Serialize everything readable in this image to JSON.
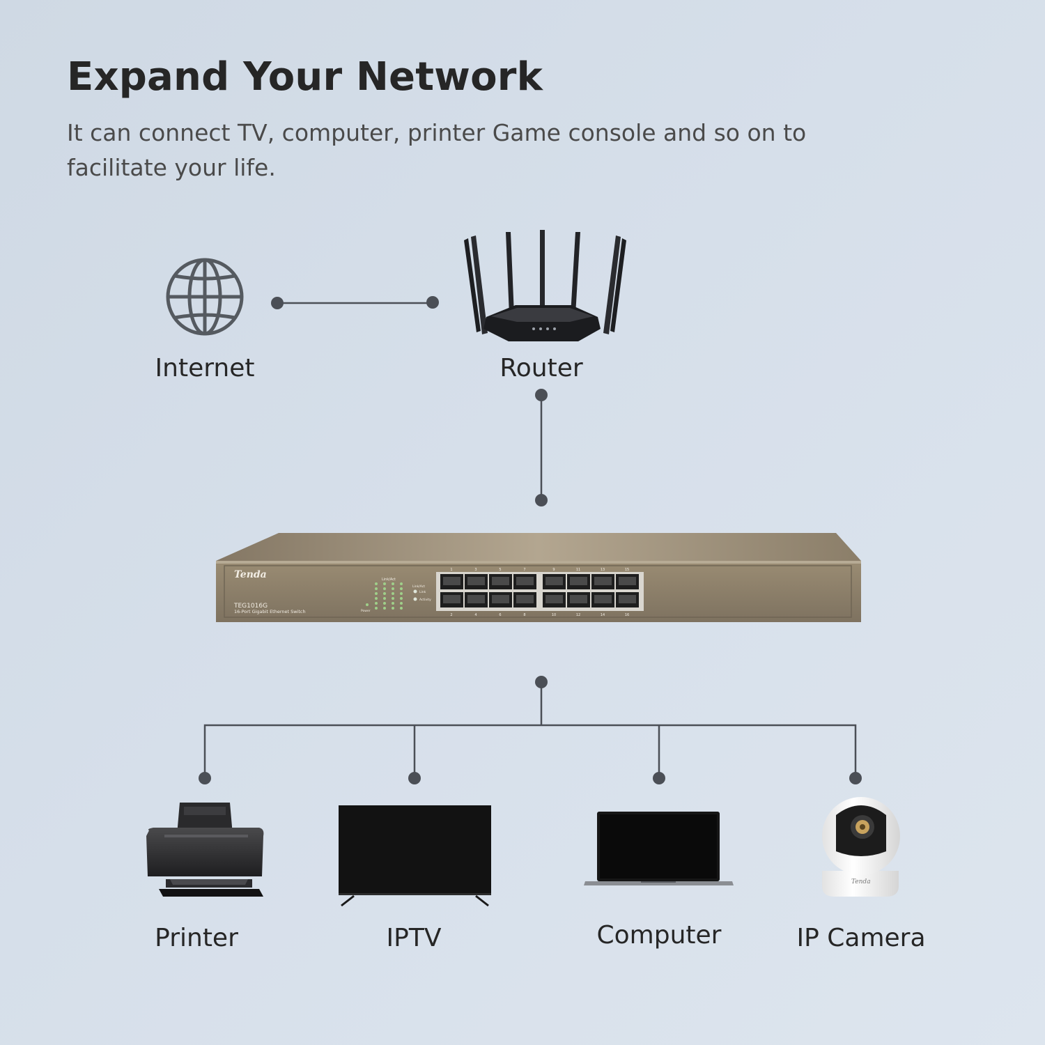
{
  "header": {
    "title": "Expand Your Network",
    "subtitle": "It can connect TV, computer, printer  Game console and so on to facilitate your life."
  },
  "nodes": {
    "internet": {
      "label": "Internet",
      "icon": "globe-icon"
    },
    "router": {
      "label": "Router",
      "icon": "router-icon"
    },
    "switch": {
      "brand": "Tenda",
      "model": "TEG1016G",
      "description": "16-Port Gigabit Ethernet Switch",
      "led_header": "Link/Act",
      "legend_link": "Link/Act",
      "legend_a": "Link",
      "legend_b": "Activity",
      "power_label": "Power",
      "port_numbers_top": [
        "1",
        "3",
        "5",
        "7",
        "9",
        "11",
        "13",
        "15"
      ],
      "port_numbers_bottom": [
        "2",
        "4",
        "6",
        "8",
        "10",
        "12",
        "14",
        "16"
      ]
    },
    "printer": {
      "label": "Printer",
      "icon": "printer-icon"
    },
    "iptv": {
      "label": "IPTV",
      "icon": "tv-icon"
    },
    "computer": {
      "label": "Computer",
      "icon": "laptop-icon"
    },
    "camera": {
      "label": "IP Camera",
      "icon": "camera-icon",
      "brand": "Tenda"
    }
  },
  "colors": {
    "line": "#4b4f56",
    "switch_body": "#8f8168",
    "device": "#151515"
  }
}
